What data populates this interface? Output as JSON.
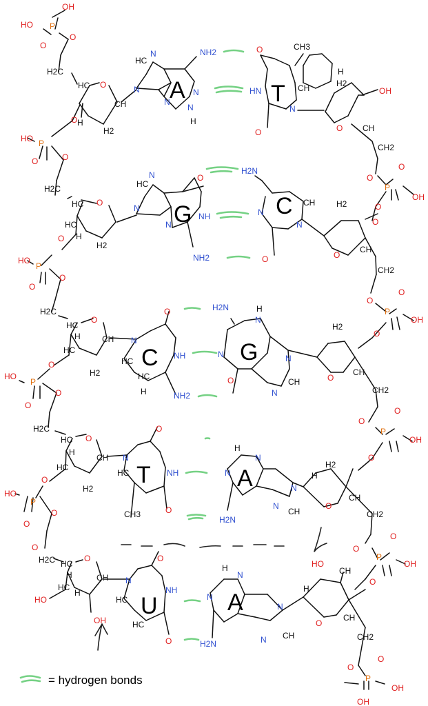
{
  "bases": {
    "A1": "A",
    "T1": "T",
    "G2": "G",
    "C2": "C",
    "C3": "C",
    "G3": "G",
    "T4": "T",
    "A4": "A",
    "U5": "U",
    "A5": "A"
  },
  "atoms": {
    "H": "H",
    "O": "O",
    "N": "N",
    "P": "P",
    "HO": "HO",
    "OH": "OH",
    "HN": "HN",
    "NH": "NH",
    "HC": "HC",
    "CH": "CH",
    "H2C": "H2C",
    "CH2": "CH2",
    "H2": "H2",
    "NH2": "NH2",
    "H2N": "H2N",
    "CH3": "CH3"
  },
  "legend": {
    "text": "= hydrogen bonds"
  },
  "colors": {
    "oxygen": "#e02020",
    "nitrogen": "#3050d0",
    "phosphorus": "#e07010",
    "carbon": "#111111",
    "hydrogen_bond": "#66cc77"
  }
}
